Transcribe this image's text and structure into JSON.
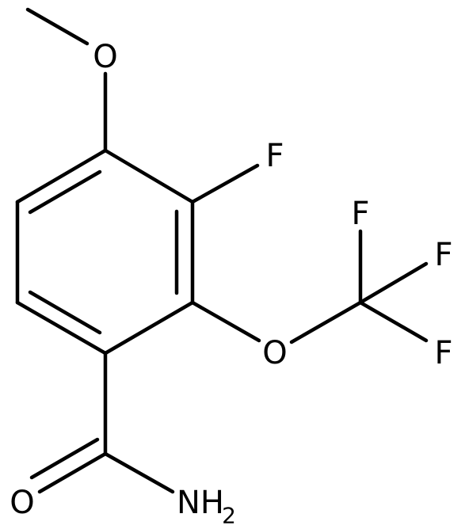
{
  "molecule": {
    "atoms": {
      "o_methoxy": "O",
      "f_ring": "F",
      "o_ether": "O",
      "f_cf3_top": "F",
      "f_cf3_mid": "F",
      "f_cf3_bottom": "F",
      "o_carbonyl": "O",
      "nh2": "NH",
      "nh2_subscript": "2"
    }
  }
}
